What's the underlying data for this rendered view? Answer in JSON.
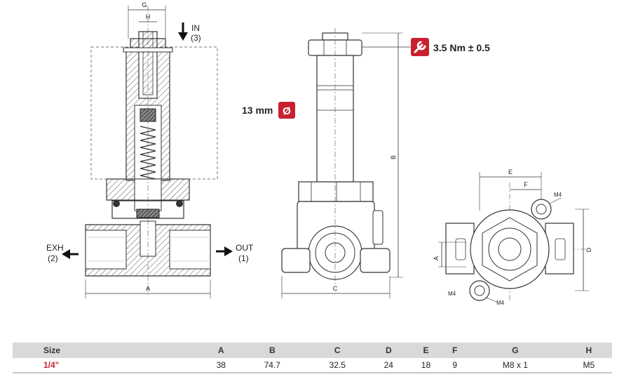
{
  "labels": {
    "g": "G",
    "h": "H",
    "in": "IN",
    "in_port": "(3)",
    "exh": "EXH",
    "exh_port": "(2)",
    "out": "OUT",
    "out_port": "(1)",
    "a": "A",
    "b": "B",
    "c": "C",
    "d": "D",
    "e": "E",
    "f": "F",
    "m4_top": "M4",
    "m4_bottom_left": "M4",
    "m4_bottom_right": "M4",
    "a_side": "A"
  },
  "callouts": {
    "torque": "3.5 Nm ± 0.5",
    "diameter": "13 mm",
    "diameter_symbol": "Ø"
  },
  "colors": {
    "accent_red": "#c8202f",
    "line": "#333333",
    "table_header": "#d9d9d9"
  },
  "icons": {
    "torque": "wrench-icon",
    "diameter": "diameter-icon"
  },
  "table": {
    "headers": [
      "Size",
      "A",
      "B",
      "C",
      "D",
      "E",
      "F",
      "G",
      "H"
    ],
    "rows": [
      [
        "1/4\"",
        "38",
        "74.7",
        "32.5",
        "24",
        "18",
        "9",
        "M8 x 1",
        "M5"
      ]
    ]
  }
}
